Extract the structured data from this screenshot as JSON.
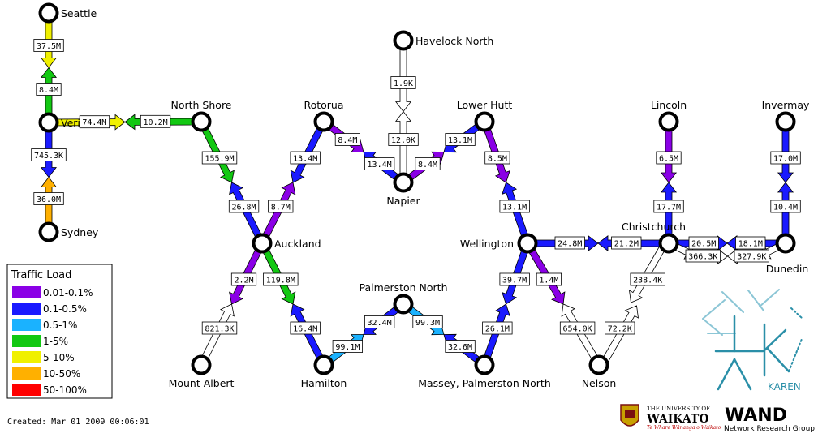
{
  "colors": {
    "level_0": "#8a00e6",
    "level_1": "#1a1aff",
    "level_2": "#1ab2ff",
    "level_3": "#12c812",
    "level_4": "#f0f000",
    "level_5": "#ffb000",
    "level_6": "#ff0000",
    "none": "#ffffff",
    "karen": "#2a8fa8",
    "karen_light": "#8cc6d6"
  },
  "nodes": [
    {
      "id": "seattle",
      "label": "Seattle"
    },
    {
      "id": "verizon",
      "label": "Verizon"
    },
    {
      "id": "sydney",
      "label": "Sydney"
    },
    {
      "id": "northshore",
      "label": "North Shore"
    },
    {
      "id": "rotorua",
      "label": "Rotorua"
    },
    {
      "id": "havelock",
      "label": "Havelock North"
    },
    {
      "id": "napier",
      "label": "Napier"
    },
    {
      "id": "lowerhutt",
      "label": "Lower Hutt"
    },
    {
      "id": "lincoln",
      "label": "Lincoln"
    },
    {
      "id": "invermay",
      "label": "Invermay"
    },
    {
      "id": "auckland",
      "label": "Auckland"
    },
    {
      "id": "wellington",
      "label": "Wellington"
    },
    {
      "id": "christchurch",
      "label": "Christchurch"
    },
    {
      "id": "dunedin",
      "label": "Dunedin"
    },
    {
      "id": "mountalbert",
      "label": "Mount Albert"
    },
    {
      "id": "hamilton",
      "label": "Hamilton"
    },
    {
      "id": "palmerston",
      "label": "Palmerston North"
    },
    {
      "id": "massey",
      "label": "Massey, Palmerston North"
    },
    {
      "id": "nelson",
      "label": "Nelson"
    }
  ],
  "links": [
    {
      "a": "seattle",
      "b": "verizon",
      "ab": "37.5M",
      "ab_level": 4,
      "ba": "8.4M",
      "ba_level": 3
    },
    {
      "a": "verizon",
      "b": "sydney",
      "ab": "745.3K",
      "ab_level": 1,
      "ba": "36.0M",
      "ba_level": 5
    },
    {
      "a": "verizon",
      "b": "northshore",
      "ab": "74.4M",
      "ab_level": 4,
      "ba": "10.2M",
      "ba_level": 3
    },
    {
      "a": "northshore",
      "b": "auckland",
      "ab": "155.9M",
      "ab_level": 3,
      "ba": "26.8M",
      "ba_level": 1
    },
    {
      "a": "rotorua",
      "b": "auckland",
      "ab": "13.4M",
      "ab_level": 1,
      "ba": "8.7M",
      "ba_level": 0
    },
    {
      "a": "rotorua",
      "b": "napier",
      "ab": "8.4M",
      "ab_level": 0,
      "ba": "13.4M",
      "ba_level": 1
    },
    {
      "a": "havelock",
      "b": "napier",
      "ab": "1.9K",
      "ab_level": -1,
      "ba": "12.0K",
      "ba_level": -1
    },
    {
      "a": "napier",
      "b": "lowerhutt",
      "ab": "8.4M",
      "ab_level": 0,
      "ba": "13.1M",
      "ba_level": 1
    },
    {
      "a": "lowerhutt",
      "b": "wellington",
      "ab": "8.5M",
      "ab_level": 0,
      "ba": "13.1M",
      "ba_level": 1
    },
    {
      "a": "wellington",
      "b": "christchurch",
      "ab": "24.8M",
      "ab_level": 1,
      "ba": "21.2M",
      "ba_level": 1
    },
    {
      "a": "lincoln",
      "b": "christchurch",
      "ab": "6.5M",
      "ab_level": 0,
      "ba": "17.7M",
      "ba_level": 1
    },
    {
      "a": "christchurch",
      "b": "dunedin",
      "ab": "20.5M",
      "ab_level": 1,
      "ba": "18.1M",
      "ba_level": 1
    },
    {
      "a": "invermay",
      "b": "dunedin",
      "ab": "17.0M",
      "ab_level": 1,
      "ba": "10.4M",
      "ba_level": 1
    },
    {
      "a": "christchurch",
      "b": "dunedin",
      "ab": "366.3K",
      "ab_level": -1,
      "ba": "327.9K",
      "ba_level": -1,
      "alt": true
    },
    {
      "a": "auckland",
      "b": "mountalbert",
      "ab": "2.2M",
      "ab_level": 0,
      "ba": "821.3K",
      "ba_level": -1
    },
    {
      "a": "auckland",
      "b": "hamilton",
      "ab": "119.8M",
      "ab_level": 3,
      "ba": "16.4M",
      "ba_level": 1
    },
    {
      "a": "hamilton",
      "b": "palmerston",
      "ab": "99.1M",
      "ab_level": 2,
      "ba": "32.4M",
      "ba_level": 1
    },
    {
      "a": "palmerston",
      "b": "massey",
      "ab": "99.3M",
      "ab_level": 2,
      "ba": "32.6M",
      "ba_level": 1
    },
    {
      "a": "massey",
      "b": "wellington",
      "ab": "26.1M",
      "ab_level": 1,
      "ba": "39.7M",
      "ba_level": 1
    },
    {
      "a": "wellington",
      "b": "nelson",
      "ab": "1.4M",
      "ab_level": 0,
      "ba": "654.0K",
      "ba_level": -1
    },
    {
      "a": "christchurch",
      "b": "nelson",
      "ab": "238.4K",
      "ab_level": -1,
      "ba": "72.2K",
      "ba_level": -1
    }
  ],
  "legend": {
    "title": "Traffic Load",
    "items": [
      "0.01-0.1%",
      "0.1-0.5%",
      "0.5-1%",
      "1-5%",
      "5-10%",
      "10-50%",
      "50-100%"
    ]
  },
  "created": "Created: Mar 01 2009 00:06:01",
  "logos": {
    "waikato_top": "THE UNIVERSITY OF",
    "waikato_name": "WAIKATO",
    "waikato_sub": "Te Whare Wānanga o Waikato",
    "wand_name": "WAND",
    "wand_sub": "Network Research Group",
    "karen": "KAREN"
  }
}
